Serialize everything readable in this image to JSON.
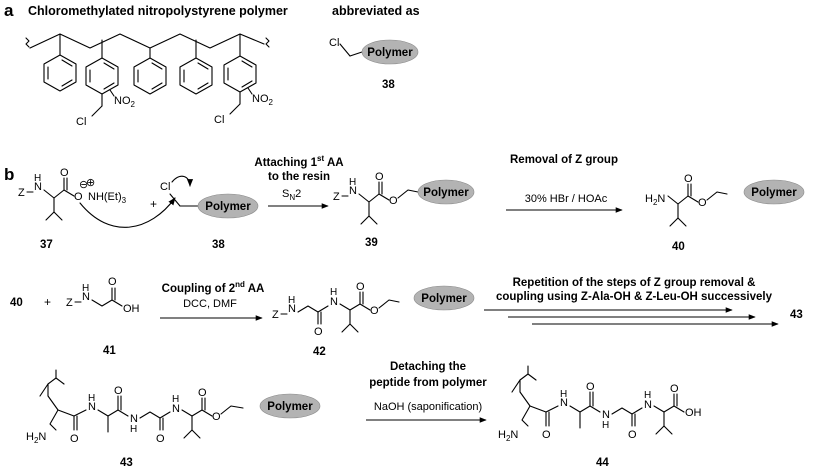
{
  "panel_a": {
    "label": "a",
    "title": "Chloromethylated nitropolystyrene polymer",
    "abbrev_text": "abbreviated as",
    "cl": "Cl",
    "no2_1": "NO",
    "no2_1_sub": "2",
    "no2_2": "NO",
    "no2_2_sub": "2",
    "cl2": "Cl",
    "cl3": "Cl",
    "polymer": "Polymer",
    "compound": "38"
  },
  "panel_b": {
    "label": "b",
    "step1": {
      "line1": "Attaching 1",
      "line1_sup": "st",
      "line1_end": " AA",
      "line2": "to the resin",
      "cond": "S",
      "cond_sub": "N",
      "cond_end": "2"
    },
    "step2": {
      "title": "Removal of Z group",
      "cond": "30% HBr / HOAc"
    },
    "step3": {
      "line1": "Coupling of 2",
      "line1_sup": "nd",
      "line1_end": " AA",
      "cond": "DCC, DMF"
    },
    "step4": {
      "line1": "Repetition of the steps of Z group removal &",
      "line2": "coupling using Z-Ala-OH & Z-Leu-OH successively"
    },
    "step5": {
      "line1": "Detaching the",
      "line2": "peptide from polymer",
      "cond": "NaOH (saponification)"
    },
    "labels": {
      "z": "Z",
      "n": "N",
      "h": "H",
      "o": "O",
      "oh": "OH",
      "h2n": "H",
      "h2n_sub": "2",
      "h2n_end": "N",
      "nhet3": "NH(Et)",
      "nhet3_sub": "3",
      "plus": "+",
      "minus": "⊖",
      "cation": "⊕",
      "cl": "Cl",
      "polymer": "Polymer"
    },
    "compounds": {
      "c37": "37",
      "c38": "38",
      "c39": "39",
      "c40": "40",
      "c40b": "40",
      "c41": "41",
      "c42": "42",
      "c43a": "43",
      "c43b": "43",
      "c44": "44"
    }
  }
}
